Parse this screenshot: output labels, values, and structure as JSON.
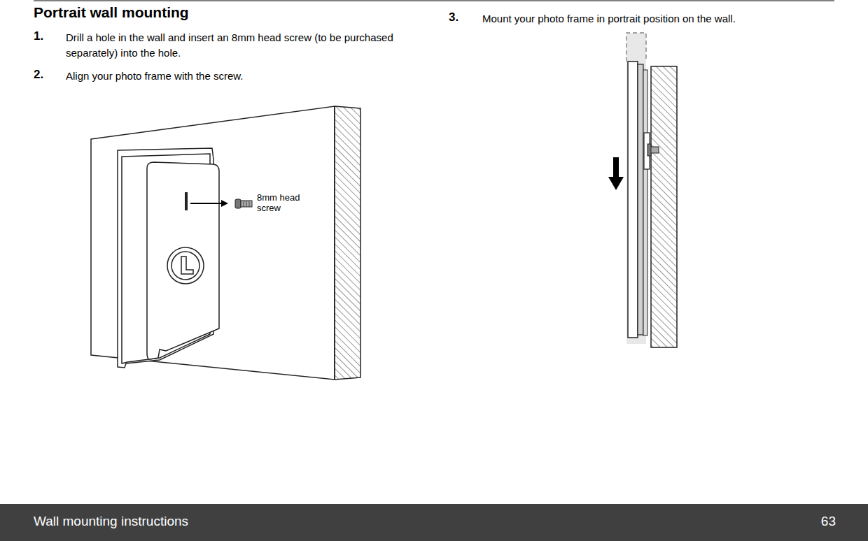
{
  "diagram": {
    "title": "Portrait wall mounting",
    "nodes": [
      {
        "text": [
          "Wall mounting instructions",
          "63"
        ]
      }
    ],
    "labels": [
      "1.",
      "Drill a hole in the wall and insert an 8mm head screw (to be purchased separately) into the hole.",
      "2.",
      "Align your photo frame with the screw.",
      "8mm head screw",
      "3.",
      "Mount your photo frame in portrait position on the wall."
    ]
  }
}
